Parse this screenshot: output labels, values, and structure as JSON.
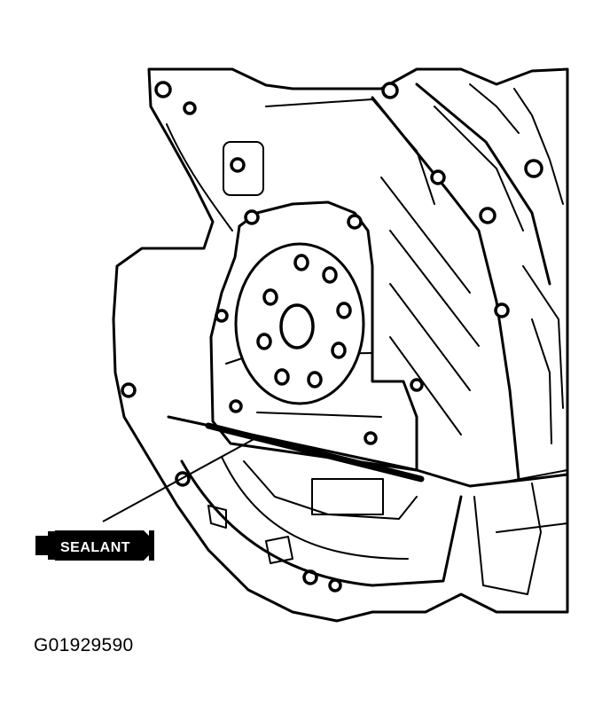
{
  "figure": {
    "id_label": "G01929590",
    "callouts": [
      {
        "key": "sealant",
        "text": "SEALANT",
        "icon": "sealant-tube-icon"
      }
    ]
  },
  "colors": {
    "ink": "#000000",
    "paper": "#ffffff"
  }
}
